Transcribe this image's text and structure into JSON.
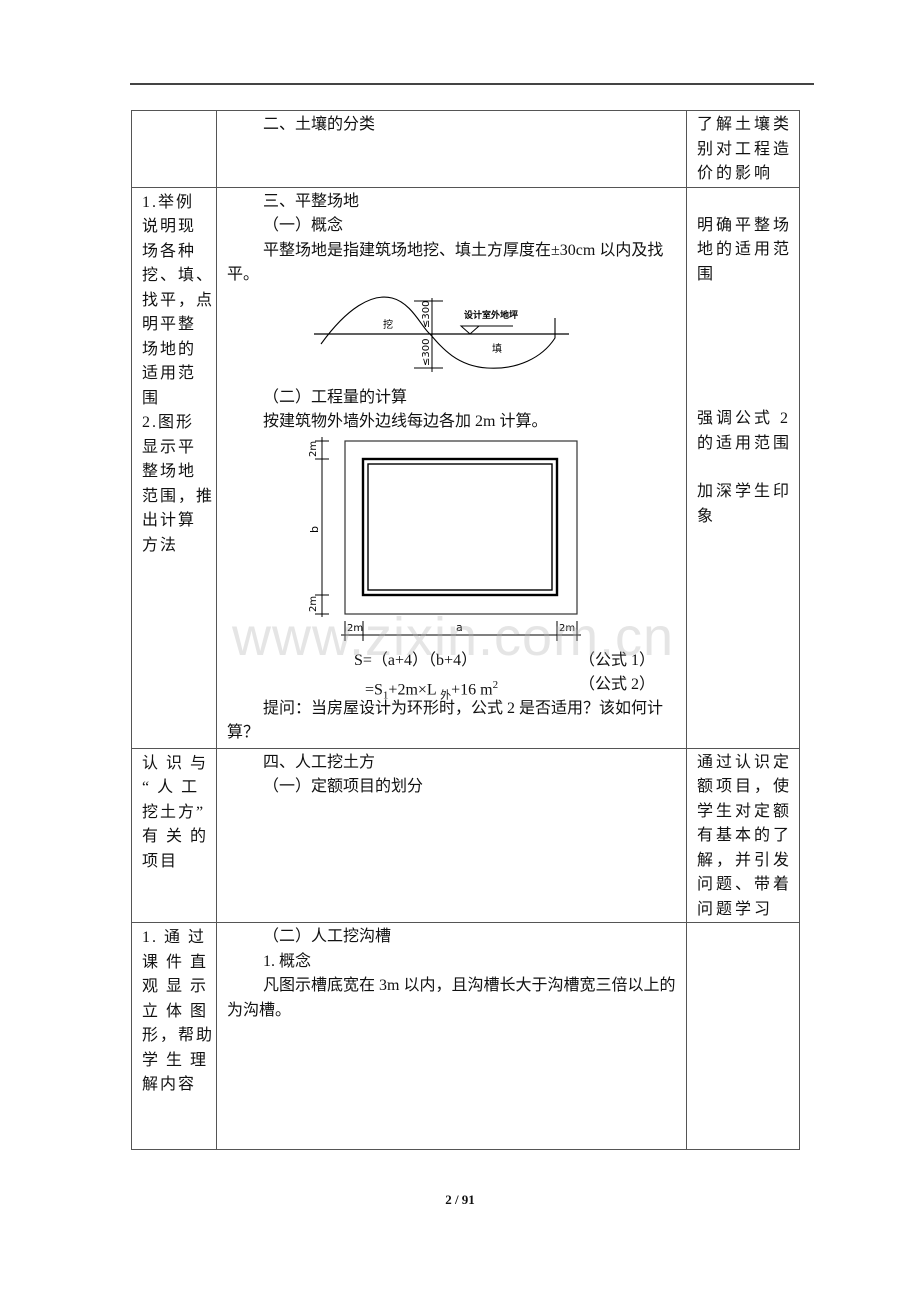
{
  "page": {
    "footer": "2 / 91",
    "watermark": "www.zixin.com.cn"
  },
  "rows": [
    {
      "left": [],
      "middle": {
        "heading": "二、土壤的分类"
      },
      "right": [
        "了解土壤类",
        "别对工程造",
        "价的影响"
      ]
    },
    {
      "left": [
        "1.举例",
        "说明现",
        "场各种",
        "挖、填、",
        "找平，点",
        "明平整",
        "场地的",
        "适用范",
        "围",
        "2.图形",
        "显示平",
        "整场地",
        "范围，推",
        "出计算",
        "方法"
      ],
      "middle": {
        "heading": "三、平整场地",
        "sub1": "（一）概念",
        "para1": "平整场地是指建筑场地挖、填土方厚度在±30cm 以内及找平。",
        "fig1": {
          "label_cut": "挖",
          "label_fill": "填",
          "label_ground": "设计室外地坪",
          "dim_top": "≤300",
          "dim_bottom": "≤300"
        },
        "sub2": "（二）工程量的计算",
        "para2": "按建筑物外墙外边线每边各加 2m 计算。",
        "fig2": {
          "dim_top": "2m",
          "dim_b": "b",
          "dim_bottom": "2m",
          "dim_left": "2m",
          "dim_a": "a",
          "dim_right": "2m"
        },
        "formula1": "S=（a+4）（b+4）",
        "formula1_tag": "（公式 1）",
        "formula2_pre": "=S",
        "formula2_sub1": "1",
        "formula2_mid": "+2m×L ",
        "formula2_sub2": "外",
        "formula2_post": "+16 m",
        "formula2_sup": "2",
        "formula2_tag": "（公式 2）",
        "question": "提问：当房屋设计为环形时，公式 2 是否适用？该如何计算？"
      },
      "right_a": [
        "明确平整场",
        "地的适用范",
        "围"
      ],
      "right_b": [
        "强调公式 2",
        "的适用范围"
      ],
      "right_c": [
        "加深学生印",
        "象"
      ]
    },
    {
      "left": [
        "认 识 与",
        "“ 人 工",
        "挖土方”",
        "有 关 的",
        "项目"
      ],
      "middle": {
        "heading": "四、人工挖土方",
        "sub1": "（一）定额项目的划分"
      },
      "right": [
        "通过认识定",
        "额项目，使",
        "学生对定额",
        "有基本的了",
        "解，并引发",
        "问题、带着",
        "问题学习"
      ]
    },
    {
      "left": [
        "1. 通 过",
        "课 件 直",
        "观 显 示",
        "立 体 图",
        "形，帮助",
        "学 生 理",
        "解内容"
      ],
      "middle": {
        "heading": "（二）人工挖沟槽",
        "sub1": "1. 概念",
        "para1": "凡图示槽底宽在 3m 以内，且沟槽长大于沟槽宽三倍以上的为沟槽。"
      },
      "right": []
    }
  ]
}
